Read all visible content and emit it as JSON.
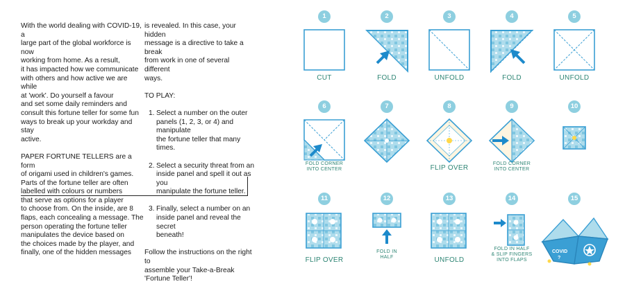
{
  "intro": {
    "p1": [
      "With the world dealing with COVID-19, a",
      "large part of the global workforce is now",
      "working from home. As a result,",
      "it has impacted how we communicate",
      "with others and how active we are while",
      "at 'work'. Do yourself a favour",
      "and set some daily reminders and",
      "consult this fortune teller for some fun",
      "ways to break up your workday and stay",
      "active."
    ],
    "p2": [
      "PAPER FORTUNE TELLERS  are a form",
      "of origami used in children's games.",
      "Parts of the fortune teller are often",
      "labelled with colours or numbers",
      "that serve as options for a player",
      "to choose from. On the inside, are 8",
      "flaps, each concealing a message. The",
      "person operating the fortune teller",
      "manipulates the device based on",
      " the choices made by the player, and",
      "finally, one of the hidden messages"
    ],
    "p3": [
      "is revealed. In this case, your hidden",
      "message is a directive to take a break",
      "from work in one of several different",
      "ways."
    ],
    "to_play": "TO PLAY:",
    "instructions": [
      {
        "num": "1.",
        "lines": [
          "Select a number on the outer",
          "panels (1, 2, 3, or 4) and manipulate",
          "the fortune teller that many times."
        ]
      },
      {
        "num": "2.",
        "lines": [
          "Select a security threat from an",
          "inside panel and spell it out as you",
          "manipulate the fortune teller."
        ]
      },
      {
        "num": "3.",
        "lines": [
          "Finally, select a number on an",
          "inside panel and reveal the secret",
          "beneath!"
        ]
      }
    ],
    "closing": [
      "Follow the instructions on the right to",
      "assemble your Take-a-Break",
      "'Fortune Teller'!"
    ]
  },
  "steps": [
    {
      "num": "1",
      "caption": [
        "CUT"
      ]
    },
    {
      "num": "2",
      "caption": [
        "FOLD"
      ]
    },
    {
      "num": "3",
      "caption": [
        "UNFOLD"
      ]
    },
    {
      "num": "4",
      "caption": [
        "FOLD"
      ]
    },
    {
      "num": "5",
      "caption": [
        "UNFOLD"
      ]
    },
    {
      "num": "6",
      "caption": [
        "FOLD CORNER",
        "INTO CENTER"
      ]
    },
    {
      "num": "7",
      "caption": [
        ""
      ]
    },
    {
      "num": "8",
      "caption": [
        "FLIP OVER"
      ]
    },
    {
      "num": "9",
      "caption": [
        "FOLD CORNER",
        "INTO CENTER"
      ]
    },
    {
      "num": "10",
      "caption": [
        ""
      ]
    },
    {
      "num": "11",
      "caption": [
        "FLIP OVER"
      ]
    },
    {
      "num": "12",
      "caption": [
        "FOLD IN",
        "HALF"
      ]
    },
    {
      "num": "13",
      "caption": [
        "UNFOLD"
      ]
    },
    {
      "num": "14",
      "caption": [
        "FOLD IN HALF",
        "& SLIP FINGERS",
        "INTO FLAPS"
      ]
    },
    {
      "num": "15",
      "caption": [
        ""
      ]
    }
  ],
  "final_model": {
    "label": "COVID",
    "mark": "?"
  },
  "colors": {
    "blue": "#3a9fd4",
    "badge": "#8ecfe0",
    "caption": "#2e8574",
    "paper": "#d9eef7"
  }
}
